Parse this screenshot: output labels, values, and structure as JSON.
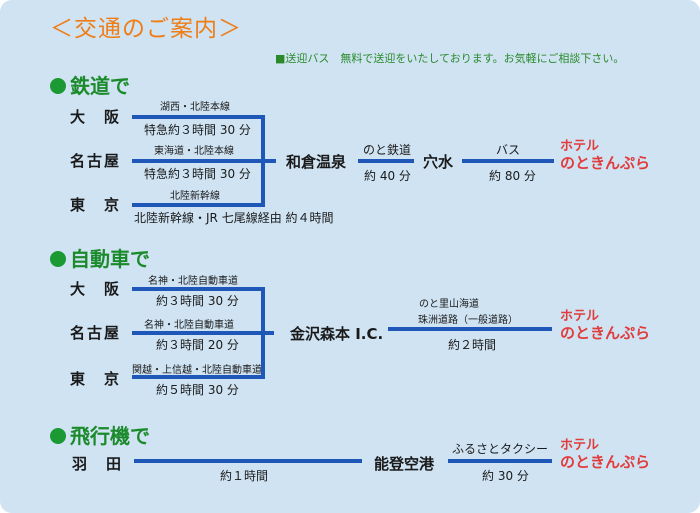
{
  "title": "＜交通のご案内＞",
  "notice": "■送迎バス　無料で送迎をいたしております。お気軽にご相談下さい。",
  "colors": {
    "background": "#cfe3f3",
    "line": "#1f57b8",
    "section": "#1b8a2b",
    "title": "#ef7d16",
    "hotel": "#e23b3b"
  },
  "rail": {
    "heading": "鉄道で",
    "routes": [
      {
        "origin": "大　阪",
        "line": "湖西・北陸本線",
        "time": "特急約３時間 30 分"
      },
      {
        "origin": "名古屋",
        "line": "東海道・北陸本線",
        "time": "特急約３時間 30 分"
      },
      {
        "origin": "東　京",
        "line": "北陸新幹線",
        "time": "北陸新幹線・JR 七尾線経由 約４時間"
      }
    ],
    "hub": "和倉温泉",
    "leg1": {
      "label": "のと鉄道",
      "time": "約 40 分"
    },
    "stop": "穴水",
    "leg2": {
      "label": "バス",
      "time": "約 80 分"
    },
    "hotel": {
      "line1": "ホテル",
      "line2": "のときんぷら"
    }
  },
  "car": {
    "heading": "自動車で",
    "routes": [
      {
        "origin": "大　阪",
        "line": "名神・北陸自動車道",
        "time": "約３時間 30 分"
      },
      {
        "origin": "名古屋",
        "line": "名神・北陸自動車道",
        "time": "約３時間 20 分"
      },
      {
        "origin": "東　京",
        "line": "関越・上信越・北陸自動車道",
        "time": "約５時間 30 分"
      }
    ],
    "hub": "金沢森本 I.C.",
    "leg": {
      "label1": "のと里山海道",
      "label2": "珠洲道路（一般道路）",
      "time": "約２時間"
    },
    "hotel": {
      "line1": "ホテル",
      "line2": "のときんぷら"
    }
  },
  "air": {
    "heading": "飛行機で",
    "origin": "羽　田",
    "leg1": {
      "time": "約１時間"
    },
    "stop": "能登空港",
    "leg2": {
      "label": "ふるさとタクシー",
      "time": "約 30 分"
    },
    "hotel": {
      "line1": "ホテル",
      "line2": "のときんぷら"
    }
  }
}
